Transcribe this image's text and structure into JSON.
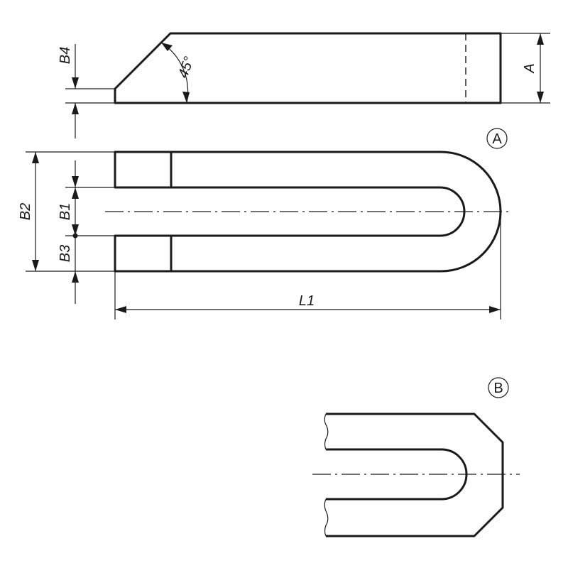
{
  "labels": {
    "b4": "B4",
    "angle": "45°",
    "a": "A",
    "b2": "B2",
    "b1": "B1",
    "b3": "B3",
    "l1": "L1",
    "view_a": "A",
    "view_b": "B"
  },
  "colors": {
    "line": "#1a1a1a",
    "background": "#ffffff"
  }
}
